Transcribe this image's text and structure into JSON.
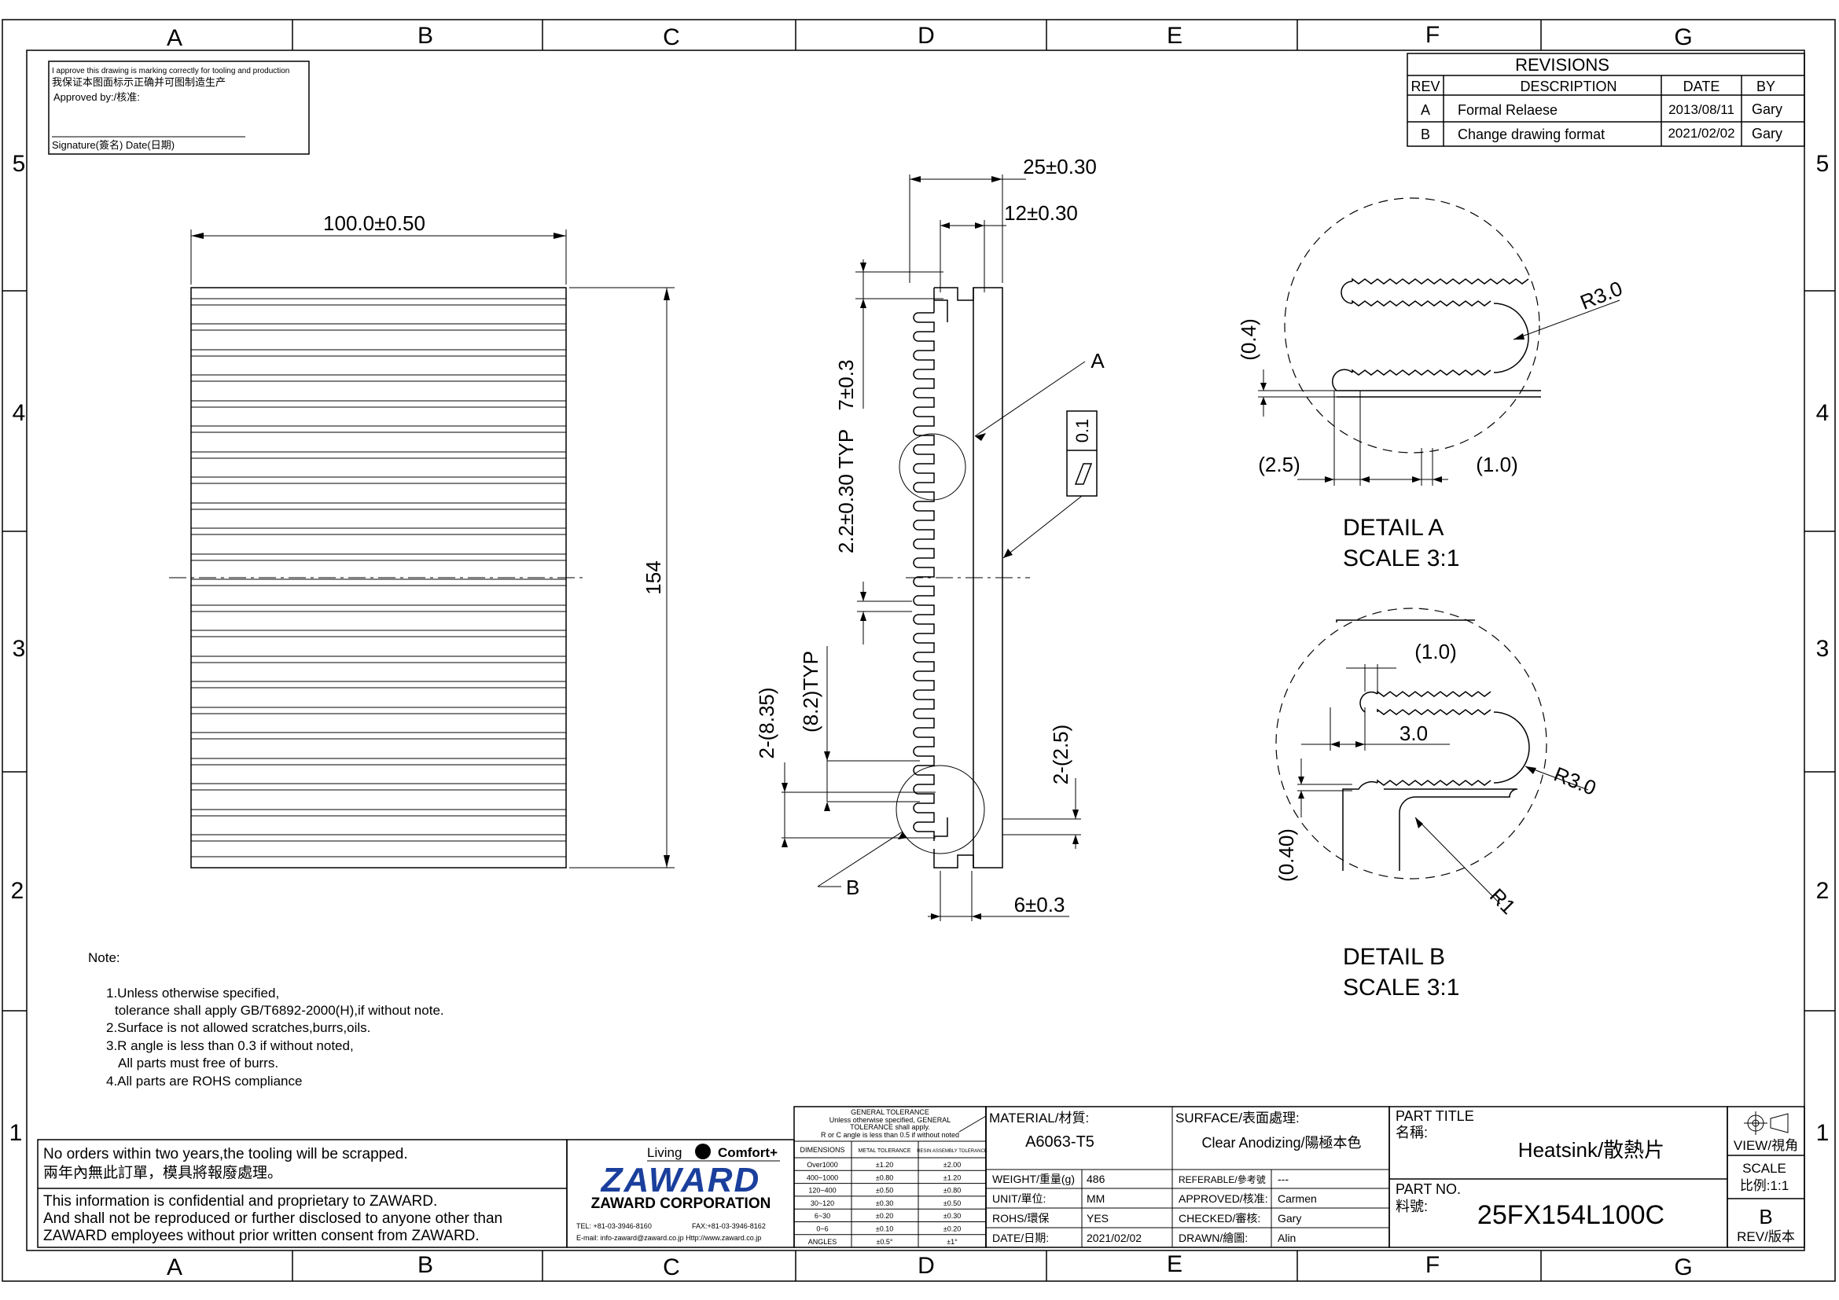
{
  "grid": {
    "columns": [
      "A",
      "B",
      "C",
      "D",
      "E",
      "F",
      "G"
    ],
    "rows": [
      "5",
      "4",
      "3",
      "2",
      "1"
    ]
  },
  "approval": {
    "line1": "I approve this drawing is marking correctly for tooling and production",
    "line2": "我保证本图面标示正确并可图制造生产",
    "line3": "Approved by:/核准:",
    "signature": "Signature(簽名)  Date(日期)"
  },
  "revisions": {
    "title": "REVISIONS",
    "headers": {
      "rev": "REV",
      "desc": "DESCRIPTION",
      "date": "DATE",
      "by": "BY"
    },
    "rows": [
      {
        "rev": "A",
        "desc": "Formal Relaese",
        "date": "2013/08/11",
        "by": "Gary"
      },
      {
        "rev": "B",
        "desc": "Change drawing format",
        "date": "2021/02/02",
        "by": "Gary"
      }
    ]
  },
  "front_view": {
    "width_dim": "100.0±0.50",
    "height_dim": "154"
  },
  "profile": {
    "dim_25": "25±0.30",
    "dim_12": "12±0.30",
    "dim_7": "7±0.3",
    "dim_pitch": "2.2±0.30 TYP",
    "dim_82": "(8.2)TYP",
    "dim_835": "2-(8.35)",
    "dim_25b": "2-(2.5)",
    "dim_6": "6±0.3",
    "label_a": "A",
    "label_b": "B",
    "flatness_value": "0.1"
  },
  "detail_a": {
    "r": "R3.0",
    "d04": "(0.4)",
    "d25": "(2.5)",
    "d10": "(1.0)",
    "title": "DETAIL A",
    "scale": "SCALE 3:1"
  },
  "detail_b": {
    "d10": "(1.0)",
    "d30": "3.0",
    "r30": "R3.0",
    "d040": "(0.40)",
    "r1": "R1",
    "title": "DETAIL B",
    "scale": "SCALE 3:1"
  },
  "notes": {
    "heading": "Note:",
    "n1a": "1.Unless otherwise specified,",
    "n1b": "tolerance shall apply GB/T6892-2000(H),if without note.",
    "n2": "2.Surface is not allowed scratches,burrs,oils.",
    "n3a": "3.R angle is less than 0.3 if without noted,",
    "n3b": "All parts must free of burrs.",
    "n4": "4.All parts are ROHS compliance"
  },
  "title_block": {
    "scrap_en": "No orders within two years,the tooling will be scrapped.",
    "scrap_zh": "兩年內無此訂單，模具將報廢處理。",
    "conf1": "This information is confidential and proprietary to ZAWARD.",
    "conf2": "And shall not be reproduced or further disclosed to anyone other than",
    "conf3": "ZAWARD employees without prior written consent from ZAWARD.",
    "slogan_left": "Living",
    "slogan_right": "Comfort+",
    "logo": "ZAWARD",
    "company": "ZAWARD CORPORATION",
    "tel": "TEL: +81-03-3946-8160",
    "fax": "FAX:+81-03-3946-8162",
    "contact": "E-mail: info-zaward@zaward.co.jp    Http://www.zaward.co.jp",
    "gt_title": "GENERAL TOLERANCE",
    "gt_l2": "Unless otherwise specified, GENERAL",
    "gt_l3": "TOLERANCE shall apply.",
    "gt_l4": "R or C angle is less than 0.5 if without noted",
    "gt_headers": [
      "DIMENSIONS",
      "METAL TOLERANCE",
      "RESIN ASSEMBLY TOLERANCE"
    ],
    "gt_rows": [
      [
        "Over1000",
        "±1.20",
        "±2.00"
      ],
      [
        "400~1000",
        "±0.80",
        "±1.20"
      ],
      [
        "120~400",
        "±0.50",
        "±0.80"
      ],
      [
        "30~120",
        "±0.30",
        "±0.50"
      ],
      [
        "6~30",
        "±0.20",
        "±0.30"
      ],
      [
        "0~6",
        "±0.10",
        "±0.20"
      ],
      [
        "ANGLES",
        "±0.5°",
        "±1°"
      ]
    ],
    "material_label": "MATERIAL/材質:",
    "material": "A6063-T5",
    "surface_label": "SURFACE/表面處理:",
    "surface": "Clear Anodizing/陽極本色",
    "weight_label": "WEIGHT/重量(g)",
    "weight": "486",
    "unit_label": "UNIT/單位:",
    "unit": "MM",
    "rohs_label": "ROHS/環保",
    "rohs": "YES",
    "date_label": "DATE/日期:",
    "date": "2021/02/02",
    "ref_label": "REFERABLE/參考號",
    "ref": "---",
    "approved_label": "APPROVED/核准:",
    "approved": "Carmen",
    "checked_label": "CHECKED/審核:",
    "checked": "Gary",
    "drawn_label": "DRAWN/繪圖:",
    "drawn": "Alin",
    "part_title_label": "PART TITLE",
    "name_label": "名稱:",
    "part_title": "Heatsink/散熱片",
    "part_no_label": "PART NO.",
    "part_no_zh": "料號:",
    "part_no": "25FX154L100C",
    "view_label": "VIEW/視角",
    "scale_label": "SCALE",
    "scale_value": "比例:1:1",
    "rev_value": "B",
    "rev_label": "REV/版本"
  }
}
